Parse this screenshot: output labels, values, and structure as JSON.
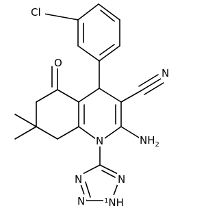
{
  "labels": {
    "cl": "Cl",
    "o": "O",
    "n_nitrile": "N",
    "n1": "N",
    "nh2_main": "NH",
    "nh2_sub": "2",
    "tz_n_left": "N",
    "tz_n_right": "N",
    "tz_n_bottom": "N",
    "tz_nh_main": "NH",
    "tz_nh_prefix": "1"
  }
}
